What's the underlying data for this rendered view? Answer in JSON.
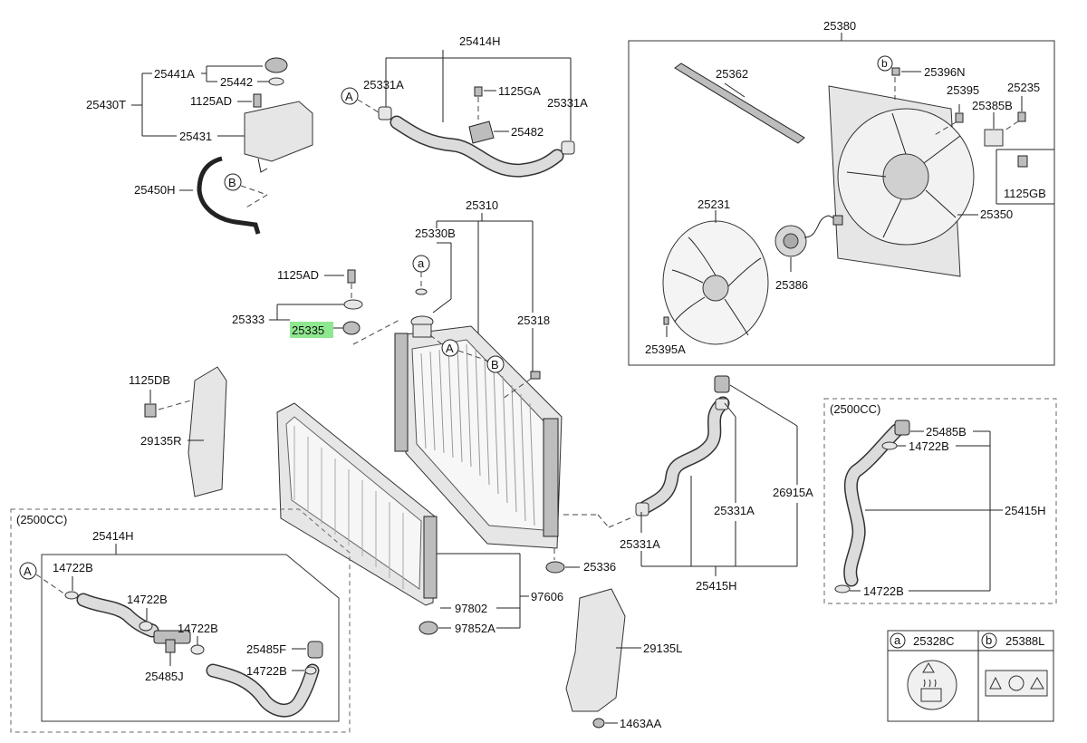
{
  "labels": {
    "l25380": "25380",
    "l25362": "25362",
    "l25396N": "25396N",
    "l25395_top": "25395",
    "l25235": "25235",
    "l25385B": "25385B",
    "l1125GB": "1125GB",
    "l25350": "25350",
    "l25231": "25231",
    "l25386": "25386",
    "l25395A": "25395A",
    "l25414H_top": "25414H",
    "l25331A_left": "25331A",
    "l1125GA": "1125GA",
    "l25331A_right": "25331A",
    "l25482": "25482",
    "l25441A": "25441A",
    "l25442": "25442",
    "l1125AD_top": "1125AD",
    "l25430T": "25430T",
    "l25431": "25431",
    "l25450H": "25450H",
    "l25310": "25310",
    "l25330B": "25330B",
    "l25318": "25318",
    "l1125AD_mid": "1125AD",
    "l25333": "25333",
    "l25335": "25335",
    "l1125DB": "1125DB",
    "l29135R": "29135R",
    "l25336": "25336",
    "l97802": "97802",
    "l97606": "97606",
    "l97852A": "97852A",
    "l29135L": "29135L",
    "l1463AA": "1463AA",
    "l25331A_lowA": "25331A",
    "l25331A_lowB": "25331A",
    "l25415H_mid": "25415H",
    "l26915A": "26915A",
    "cc_right_title": "(2500CC)",
    "l25485B": "25485B",
    "l14722B_r1": "14722B",
    "l25415H_right": "25415H",
    "l14722B_r2": "14722B",
    "cc_left_title": "(2500CC)",
    "l25414H_left": "25414H",
    "l14722B_l1": "14722B",
    "l14722B_l2": "14722B",
    "l14722B_l3": "14722B",
    "l25485F": "25485F",
    "l14722B_l4": "14722B",
    "l25485J": "25485J",
    "legend_a": "25328C",
    "legend_b": "25388L"
  },
  "markers": {
    "a": "a",
    "b": "b",
    "A": "A",
    "B": "B"
  },
  "highlight": {
    "part": "25335",
    "color": "#8fe88f"
  }
}
